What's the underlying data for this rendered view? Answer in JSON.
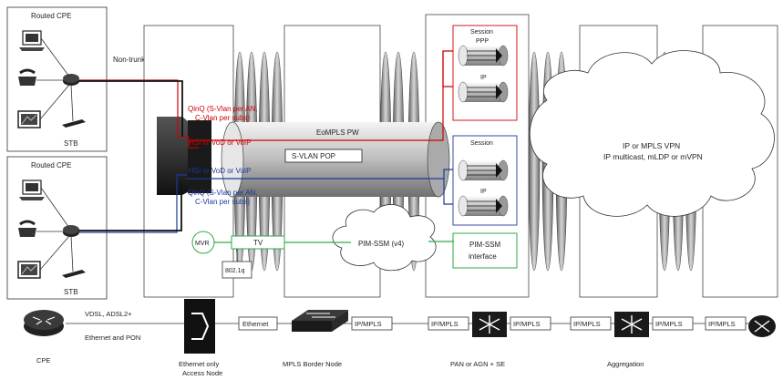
{
  "colors": {
    "red": "#d00000",
    "blue": "#1a3a9a",
    "green": "#2eaa4a",
    "line": "#333333"
  },
  "cpe_top": {
    "title": "Routed CPE",
    "stb": "STB"
  },
  "cpe_bottom": {
    "title": "Routed CPE",
    "stb": "STB"
  },
  "uni_label": "Non-trunk UNI",
  "qinq_top": {
    "line1": "QinQ (S-Vlan per AN,",
    "line2": "C-Vlan per subs)"
  },
  "qinq_bottom": {
    "line1": "QinQ (S-Vlan per AN,",
    "line2": "C-Vlan per subs)"
  },
  "service_top": "HSI or VoD or VoIP",
  "service_bottom": "HSI or VoD or VoIP",
  "eompls": "EoMPLS PW",
  "svlan_pop": "S-VLAN POP",
  "mvr": "MVR",
  "tv": "TV",
  "dot1q": "802.1q",
  "pim_cloud": "PIM-SSM (v4)",
  "session_top": {
    "title": "Session",
    "ppp": "PPP",
    "ip": "IP"
  },
  "session_bottom": {
    "title": "Session",
    "ip": "IP"
  },
  "pim_interface": {
    "line1": "PIM-SSM",
    "line2": "interface"
  },
  "vpn_cloud": {
    "line1": "IP or MPLS VPN",
    "line2": "IP multicast, mLDP or mVPN"
  },
  "bottom": {
    "vdsl": "VDSL, ADSL2+",
    "eth_pon": "Ethernet and PON",
    "cpe": "CPE",
    "access_node_1": "Ethernet only",
    "access_node_2": "Access Node",
    "ethernet": "Ethernet",
    "ipmpls": "IP/MPLS",
    "mpls_border": "MPLS Border Node",
    "pan": "PAN or AGN + SE",
    "aggregation": "Aggregation"
  }
}
